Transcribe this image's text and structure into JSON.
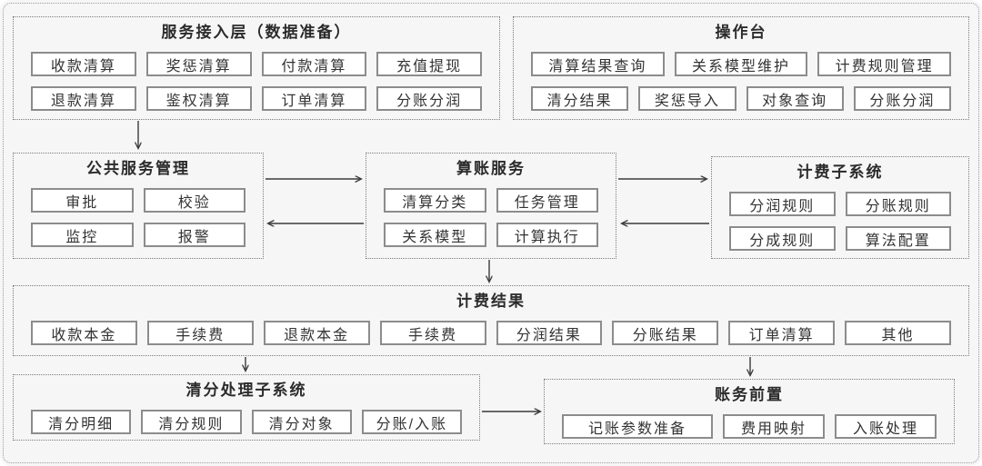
{
  "diagram": {
    "sections": {
      "access": {
        "title": "服务接入层（数据准备）",
        "items": [
          "收款清算",
          "奖惩清算",
          "付款清算",
          "充值提现",
          "退款清算",
          "鉴权清算",
          "订单清算",
          "分账分润"
        ]
      },
      "console": {
        "title": "操作台",
        "row1": [
          "清算结果查询",
          "关系模型维护",
          "计费规则管理"
        ],
        "row2": [
          "清分结果",
          "奖惩导入",
          "对象查询",
          "分账分润"
        ]
      },
      "public": {
        "title": "公共服务管理",
        "items": [
          "审批",
          "校验",
          "监控",
          "报警"
        ]
      },
      "accounting": {
        "title": "算账服务",
        "items": [
          "清算分类",
          "任务管理",
          "关系模型",
          "计算执行"
        ]
      },
      "billing_sub": {
        "title": "计费子系统",
        "items": [
          "分润规则",
          "分账规则",
          "分成规则",
          "算法配置"
        ]
      },
      "result": {
        "title": "计费结果",
        "items": [
          "收款本金",
          "手续费",
          "退款本金",
          "手续费",
          "分润结果",
          "分账结果",
          "订单清算",
          "其他"
        ]
      },
      "clearing": {
        "title": "清分处理子系统",
        "items": [
          "清分明细",
          "清分规则",
          "清分对象",
          "分账/入账"
        ]
      },
      "finance": {
        "title": "账务前置",
        "items": [
          "记账参数准备",
          "费用映射",
          "入账处理"
        ]
      }
    },
    "connections": [
      {
        "from": "服务接入层（数据准备）",
        "to": "公共服务管理"
      },
      {
        "from": "公共服务管理",
        "to": "算账服务"
      },
      {
        "from": "算账服务",
        "to": "公共服务管理"
      },
      {
        "from": "算账服务",
        "to": "计费子系统"
      },
      {
        "from": "计费子系统",
        "to": "算账服务"
      },
      {
        "from": "算账服务",
        "to": "计费结果"
      },
      {
        "from": "计费结果",
        "to": "清分处理子系统"
      },
      {
        "from": "计费结果",
        "to": "账务前置"
      },
      {
        "from": "清分处理子系统",
        "to": "账务前置"
      }
    ],
    "colors": {
      "canvas_bg": "#f6f6f6",
      "chip_bg": "#ffffff",
      "chip_border": "#8c8c8c",
      "dotted_border": "#7c7c7c",
      "text": "#333333",
      "arrow": "#3a3a3a"
    }
  }
}
